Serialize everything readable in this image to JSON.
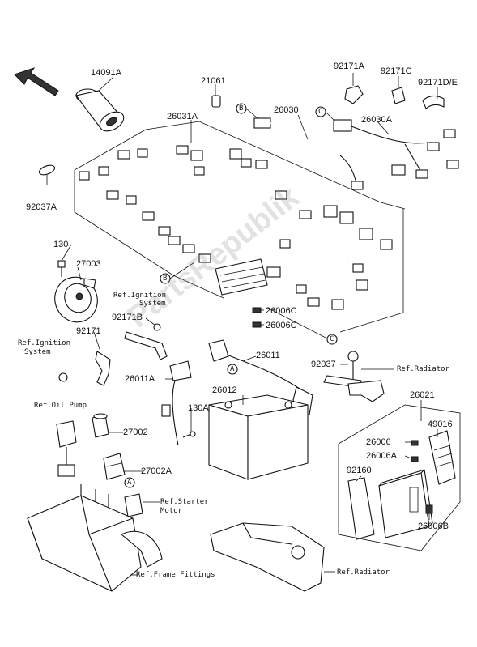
{
  "labels": {
    "p14091A": "14091A",
    "p21061": "21061",
    "p92171A": "92171A",
    "p92171C": "92171C",
    "p92171DE": "92171D/E",
    "p26030": "26030",
    "p26030A": "26030A",
    "p26031A": "26031A",
    "p92037A": "92037A",
    "p130": "130",
    "p27003": "27003",
    "p92171B": "92171B",
    "p92171": "92171",
    "p26006C_1": "26006C",
    "p26006C_2": "26006C",
    "p26011": "26011",
    "p26011A": "26011A",
    "p92037": "92037",
    "p26012": "26012",
    "p130A": "130A",
    "p27002": "27002",
    "p27002A": "27002A",
    "p26021": "26021",
    "p49016": "49016",
    "p26006": "26006",
    "p26006A": "26006A",
    "p92160": "92160",
    "p26006B": "26006B"
  },
  "refs": {
    "ignition1_line1": "Ref.Ignition",
    "ignition1_line2": "System",
    "ignition2_line1": "Ref.Ignition",
    "ignition2_line2": "System",
    "radiator1": "Ref.Radiator",
    "oil_pump": "Ref.Oil Pump",
    "starter_line1": "Ref.Starter",
    "starter_line2": "Motor",
    "frame": "Ref.Frame Fittings",
    "radiator2": "Ref.Radiator"
  },
  "markers": {
    "b1": "B",
    "c1": "C",
    "b2": "B",
    "c2": "C",
    "a1": "A",
    "a2": "A"
  },
  "watermark": "PartsRepublik"
}
